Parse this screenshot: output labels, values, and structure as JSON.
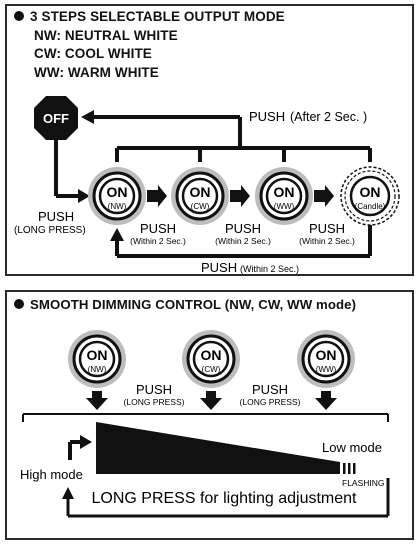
{
  "top": {
    "heading": "3 STEPS SELECTABLE OUTPUT MODE",
    "modes": [
      "NW: NEUTRAL WHITE",
      "CW: COOL WHITE",
      "WW: WARM WHITE"
    ],
    "off_label": "OFF",
    "push_after": "PUSH",
    "push_after_note": "(After 2 Sec. )",
    "push_long": "PUSH",
    "push_long_note": "(LONG PRESS)",
    "buttons": [
      {
        "on": "ON",
        "sub": "(NW)"
      },
      {
        "on": "ON",
        "sub": "(CW)"
      },
      {
        "on": "ON",
        "sub": "(WW)"
      },
      {
        "on": "ON",
        "sub": "(Candle)"
      }
    ],
    "push_within": [
      {
        "label": "PUSH",
        "note": "(Within 2 Sec.)"
      },
      {
        "label": "PUSH",
        "note": "(Within 2 Sec.)"
      },
      {
        "label": "PUSH",
        "note": "(Within 2 Sec.)"
      }
    ],
    "push_bottom": "PUSH",
    "push_bottom_note": "(Within 2 Sec.)"
  },
  "bottom": {
    "heading": "SMOOTH DIMMING CONTROL (NW, CW, WW mode)",
    "buttons": [
      {
        "on": "ON",
        "sub": "(NW)"
      },
      {
        "on": "ON",
        "sub": "(CW)"
      },
      {
        "on": "ON",
        "sub": "(WW)"
      }
    ],
    "push_labels": [
      {
        "label": "PUSH",
        "note": "(LONG PRESS)"
      },
      {
        "label": "PUSH",
        "note": "(LONG PRESS)"
      }
    ],
    "high_mode": "High mode",
    "low_mode": "Low mode",
    "flashing": "FLASHING",
    "long_press_caption": "LONG PRESS for lighting adjustment"
  }
}
